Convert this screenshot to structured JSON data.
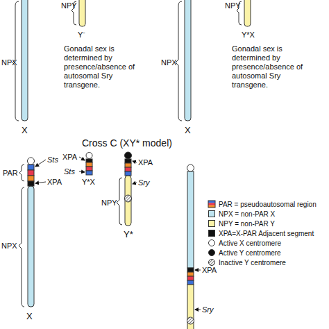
{
  "diagram": {
    "labels": [
      "NPY",
      "Y⁻",
      "Gonadal sex is determined by presence/absence of autosomal Sry transgene.",
      "NPX",
      "X",
      "NPY",
      "Y*X",
      "Gonadal sex is determined by presence/absence of autosomal Sry transgene.",
      "NPX",
      "X",
      "Cross C (XY* model)",
      "PAR",
      "Sts",
      "XPA",
      "NPX",
      "X",
      "XPA",
      "Sts",
      "Y*X",
      "XPA",
      "Sry",
      "NPY",
      "Y*",
      "XPA",
      "Sry"
    ],
    "legend": [
      {
        "text": "PAR = pseudoautosomal region"
      },
      {
        "text": "NPX = non-PAR X",
        "color": "#bfe4f0"
      },
      {
        "text": "NPY = non-PAR Y",
        "color": "#fbf3a8"
      },
      {
        "text": "XPA=X-PAR Adjacent segment",
        "color": "#111111"
      },
      {
        "text": "Active X centromere"
      },
      {
        "text": "Active Y centromere"
      },
      {
        "text": "Inactive Y centromere"
      }
    ]
  }
}
